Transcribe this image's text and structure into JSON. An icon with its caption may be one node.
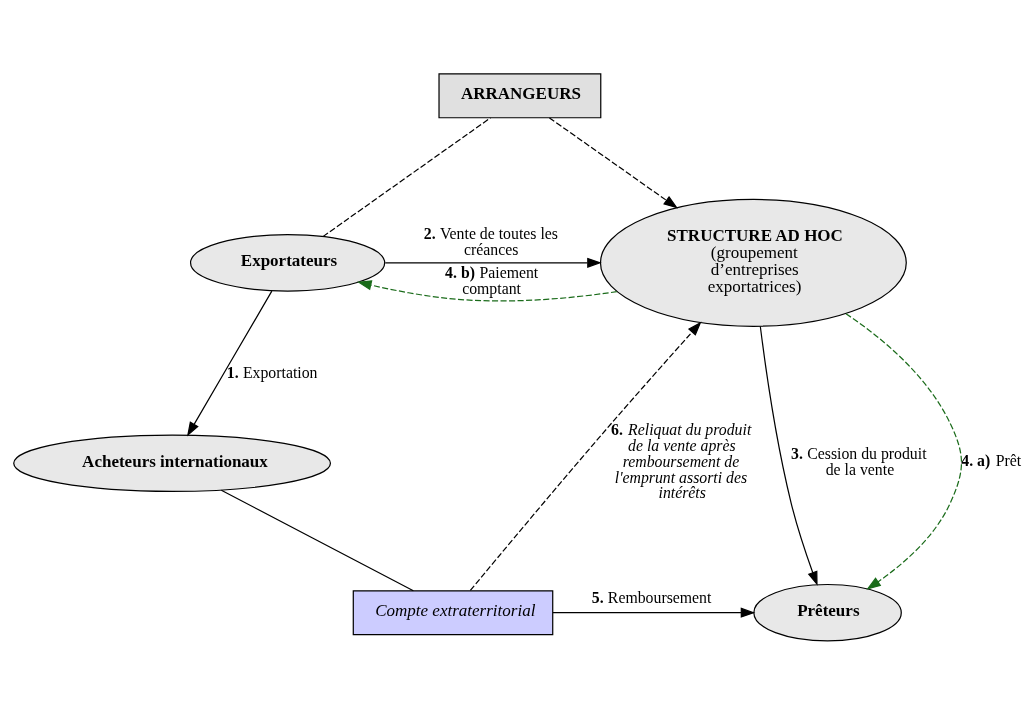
{
  "diagram": {
    "nodes": [
      {
        "text": [
          "ARRANGEURS"
        ]
      },
      {
        "text": [
          "Exportateurs"
        ]
      },
      {
        "text": [
          "STRUCTURE AD HOC",
          "(groupement d’entreprises exportatrices)"
        ]
      },
      {
        "text": [
          "Prêteurs"
        ]
      },
      {
        "text": [
          "Compte extraterritorial"
        ]
      },
      {
        "text": [
          "Acheteurs internationaux"
        ]
      }
    ],
    "edges": [
      {
        "from": 1,
        "to": 0,
        "arrow": "none",
        "style": "dashed"
      },
      {
        "from": 0,
        "to": 2,
        "arrow": "to",
        "style": "dashed"
      },
      {
        "from": 1,
        "to": 2,
        "arrow": "to",
        "label": "**2.** Vente de toutes les créances"
      },
      {
        "from": 2,
        "to": 1,
        "arrow": "to",
        "label": "**4. b)** Paiement comptant",
        "style": "dashed",
        "color": "#1a6b1a"
      },
      {
        "from": 1,
        "to": 5,
        "arrow": "to",
        "label": "**1.** Exportation"
      },
      {
        "from": 2,
        "to": 3,
        "arrow": "to",
        "label": "**4. a)** Prêt",
        "style": "dashed",
        "color": "#1a6b1a"
      },
      {
        "from": 2,
        "to": 3,
        "arrow": "to",
        "label": "**3.** Cession du produit de la vente"
      },
      {
        "from": 4,
        "to": 2,
        "arrow": "to",
        "label": "**6.** *Reliquat du produit de la vente après remboursement de l'emprunt assorti des intérêts*",
        "style": "dashed"
      },
      {
        "from": 5,
        "to": 4,
        "arrow": "none"
      },
      {
        "from": 4,
        "to": 3,
        "arrow": "to",
        "label": "**5.** Remboursement"
      }
    ]
  }
}
